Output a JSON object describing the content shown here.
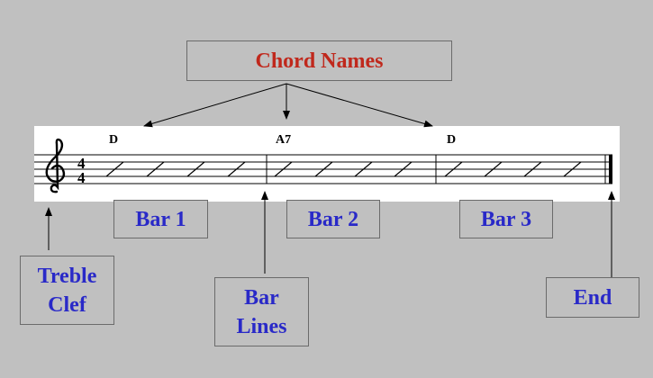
{
  "title": "Chord Names",
  "chords": [
    "D",
    "A7",
    "D"
  ],
  "time_signature": {
    "top": "4",
    "bottom": "4"
  },
  "labels": {
    "treble_clef": [
      "Treble",
      "Clef"
    ],
    "bar1": "Bar 1",
    "bar2": "Bar 2",
    "bar3": "Bar 3",
    "bar_lines": [
      "Bar",
      "Lines"
    ],
    "end": "End"
  },
  "colors": {
    "background": "#c0c0c0",
    "title": "#c0281c",
    "label": "#2929c8"
  }
}
